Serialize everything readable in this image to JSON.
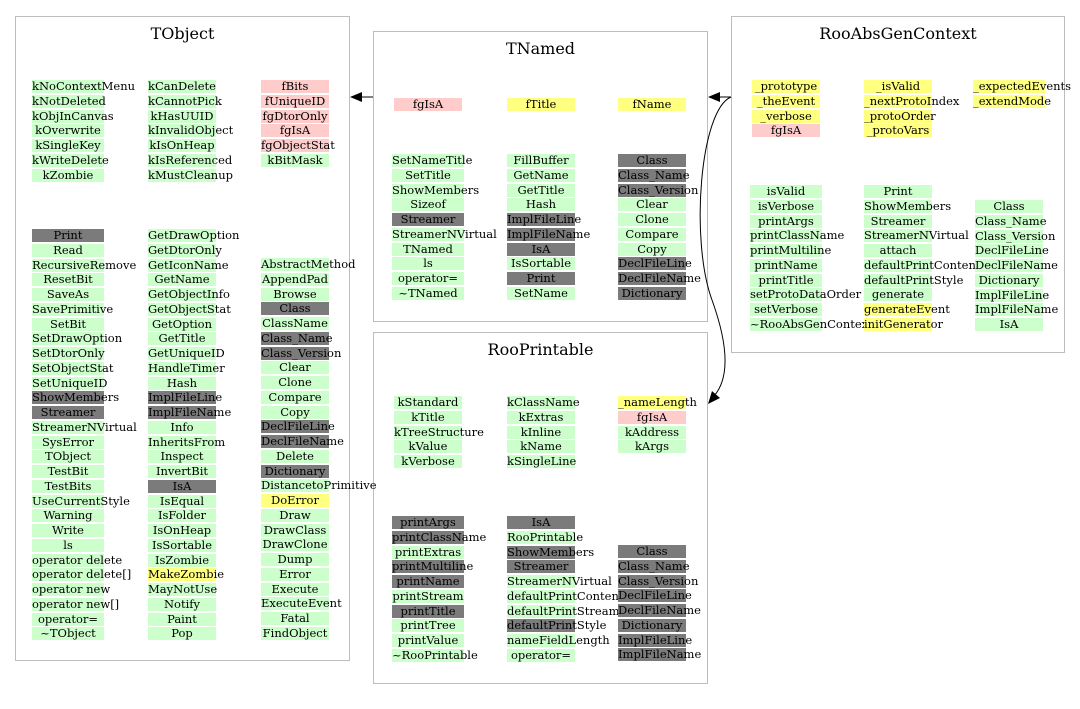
{
  "boxes": [
    {
      "title": "TObject",
      "columns": [
        {
          "cells": [
            {
              "t": "kNoContextMenu",
              "c": "g"
            },
            {
              "t": "kNotDeleted",
              "c": "g"
            },
            {
              "t": "kObjInCanvas",
              "c": "g"
            },
            {
              "t": "kOverwrite",
              "c": "g"
            },
            {
              "t": "kSingleKey",
              "c": "g"
            },
            {
              "t": "kWriteDelete",
              "c": "g"
            },
            {
              "t": "kZombie",
              "c": "g"
            }
          ]
        },
        {
          "cells": [
            {
              "t": "kCanDelete",
              "c": "g"
            },
            {
              "t": "kCannotPick",
              "c": "g"
            },
            {
              "t": "kHasUUID",
              "c": "g"
            },
            {
              "t": "kInvalidObject",
              "c": "g"
            },
            {
              "t": "kIsOnHeap",
              "c": "g"
            },
            {
              "t": "kIsReferenced",
              "c": "g"
            },
            {
              "t": "kMustCleanup",
              "c": "g"
            }
          ]
        },
        {
          "cells": [
            {
              "t": "fBits",
              "c": "p"
            },
            {
              "t": "fUniqueID",
              "c": "p"
            },
            {
              "t": "fgDtorOnly",
              "c": "p"
            },
            {
              "t": "fgIsA",
              "c": "p"
            },
            {
              "t": "fgObjectStat",
              "c": "p"
            },
            {
              "t": "kBitMask",
              "c": "g"
            }
          ]
        },
        {
          "cells": [
            {
              "t": "Print",
              "c": "d"
            },
            {
              "t": "Read",
              "c": "g"
            },
            {
              "t": "RecursiveRemove",
              "c": "g"
            },
            {
              "t": "ResetBit",
              "c": "g"
            },
            {
              "t": "SaveAs",
              "c": "g"
            },
            {
              "t": "SavePrimitive",
              "c": "g"
            },
            {
              "t": "SetBit",
              "c": "g"
            },
            {
              "t": "SetDrawOption",
              "c": "g"
            },
            {
              "t": "SetDtorOnly",
              "c": "g"
            },
            {
              "t": "SetObjectStat",
              "c": "g"
            },
            {
              "t": "SetUniqueID",
              "c": "g"
            },
            {
              "t": "ShowMembers",
              "c": "d"
            },
            {
              "t": "Streamer",
              "c": "d"
            },
            {
              "t": "StreamerNVirtual",
              "c": "g"
            },
            {
              "t": "SysError",
              "c": "g"
            },
            {
              "t": "TObject",
              "c": "g"
            },
            {
              "t": "TestBit",
              "c": "g"
            },
            {
              "t": "TestBits",
              "c": "g"
            },
            {
              "t": "UseCurrentStyle",
              "c": "g"
            },
            {
              "t": "Warning",
              "c": "g"
            },
            {
              "t": "Write",
              "c": "g"
            },
            {
              "t": "ls",
              "c": "g"
            },
            {
              "t": "operator delete",
              "c": "g"
            },
            {
              "t": "operator delete[]",
              "c": "g"
            },
            {
              "t": "operator new",
              "c": "g"
            },
            {
              "t": "operator new[]",
              "c": "g"
            },
            {
              "t": "operator=",
              "c": "g"
            },
            {
              "t": "~TObject",
              "c": "g"
            }
          ]
        },
        {
          "cells": [
            {
              "t": "GetDrawOption",
              "c": "g"
            },
            {
              "t": "GetDtorOnly",
              "c": "g"
            },
            {
              "t": "GetIconName",
              "c": "g"
            },
            {
              "t": "GetName",
              "c": "g"
            },
            {
              "t": "GetObjectInfo",
              "c": "g"
            },
            {
              "t": "GetObjectStat",
              "c": "g"
            },
            {
              "t": "GetOption",
              "c": "g"
            },
            {
              "t": "GetTitle",
              "c": "g"
            },
            {
              "t": "GetUniqueID",
              "c": "g"
            },
            {
              "t": "HandleTimer",
              "c": "g"
            },
            {
              "t": "Hash",
              "c": "g"
            },
            {
              "t": "ImplFileLine",
              "c": "d"
            },
            {
              "t": "ImplFileName",
              "c": "d"
            },
            {
              "t": "Info",
              "c": "g"
            },
            {
              "t": "InheritsFrom",
              "c": "g"
            },
            {
              "t": "Inspect",
              "c": "g"
            },
            {
              "t": "InvertBit",
              "c": "g"
            },
            {
              "t": "IsA",
              "c": "d"
            },
            {
              "t": "IsEqual",
              "c": "g"
            },
            {
              "t": "IsFolder",
              "c": "g"
            },
            {
              "t": "IsOnHeap",
              "c": "g"
            },
            {
              "t": "IsSortable",
              "c": "g"
            },
            {
              "t": "IsZombie",
              "c": "g"
            },
            {
              "t": "MakeZombie",
              "c": "y"
            },
            {
              "t": "MayNotUse",
              "c": "g"
            },
            {
              "t": "Notify",
              "c": "g"
            },
            {
              "t": "Paint",
              "c": "g"
            },
            {
              "t": "Pop",
              "c": "g"
            }
          ]
        },
        {
          "cells": [
            {
              "t": "AbstractMethod",
              "c": "g"
            },
            {
              "t": "AppendPad",
              "c": "g"
            },
            {
              "t": "Browse",
              "c": "g"
            },
            {
              "t": "Class",
              "c": "d"
            },
            {
              "t": "ClassName",
              "c": "g"
            },
            {
              "t": "Class_Name",
              "c": "d"
            },
            {
              "t": "Class_Version",
              "c": "d"
            },
            {
              "t": "Clear",
              "c": "g"
            },
            {
              "t": "Clone",
              "c": "g"
            },
            {
              "t": "Compare",
              "c": "g"
            },
            {
              "t": "Copy",
              "c": "g"
            },
            {
              "t": "DeclFileLine",
              "c": "d"
            },
            {
              "t": "DeclFileName",
              "c": "d"
            },
            {
              "t": "Delete",
              "c": "g"
            },
            {
              "t": "Dictionary",
              "c": "d"
            },
            {
              "t": "DistancetoPrimitive",
              "c": "g"
            },
            {
              "t": "DoError",
              "c": "y"
            },
            {
              "t": "Draw",
              "c": "g"
            },
            {
              "t": "DrawClass",
              "c": "g"
            },
            {
              "t": "DrawClone",
              "c": "g"
            },
            {
              "t": "Dump",
              "c": "g"
            },
            {
              "t": "Error",
              "c": "g"
            },
            {
              "t": "Execute",
              "c": "g"
            },
            {
              "t": "ExecuteEvent",
              "c": "g"
            },
            {
              "t": "Fatal",
              "c": "g"
            },
            {
              "t": "FindObject",
              "c": "g"
            }
          ]
        }
      ]
    },
    {
      "title": "TNamed",
      "columns": [
        {
          "cells": [
            {
              "t": "fgIsA",
              "c": "p"
            }
          ]
        },
        {
          "cells": [
            {
              "t": "fTitle",
              "c": "y"
            }
          ]
        },
        {
          "cells": [
            {
              "t": "fName",
              "c": "y"
            }
          ]
        },
        {
          "cells": [
            {
              "t": "SetNameTitle",
              "c": "g"
            },
            {
              "t": "SetTitle",
              "c": "g"
            },
            {
              "t": "ShowMembers",
              "c": "g"
            },
            {
              "t": "Sizeof",
              "c": "g"
            },
            {
              "t": "Streamer",
              "c": "d"
            },
            {
              "t": "StreamerNVirtual",
              "c": "g"
            },
            {
              "t": "TNamed",
              "c": "g"
            },
            {
              "t": "ls",
              "c": "g"
            },
            {
              "t": "operator=",
              "c": "g"
            },
            {
              "t": "~TNamed",
              "c": "g"
            }
          ]
        },
        {
          "cells": [
            {
              "t": "FillBuffer",
              "c": "g"
            },
            {
              "t": "GetName",
              "c": "g"
            },
            {
              "t": "GetTitle",
              "c": "g"
            },
            {
              "t": "Hash",
              "c": "g"
            },
            {
              "t": "ImplFileLine",
              "c": "d"
            },
            {
              "t": "ImplFileName",
              "c": "d"
            },
            {
              "t": "IsA",
              "c": "d"
            },
            {
              "t": "IsSortable",
              "c": "g"
            },
            {
              "t": "Print",
              "c": "d"
            },
            {
              "t": "SetName",
              "c": "g"
            }
          ]
        },
        {
          "cells": [
            {
              "t": "Class",
              "c": "d"
            },
            {
              "t": "Class_Name",
              "c": "d"
            },
            {
              "t": "Class_Version",
              "c": "d"
            },
            {
              "t": "Clear",
              "c": "g"
            },
            {
              "t": "Clone",
              "c": "g"
            },
            {
              "t": "Compare",
              "c": "g"
            },
            {
              "t": "Copy",
              "c": "g"
            },
            {
              "t": "DeclFileLine",
              "c": "d"
            },
            {
              "t": "DeclFileName",
              "c": "d"
            },
            {
              "t": "Dictionary",
              "c": "d"
            }
          ]
        }
      ]
    },
    {
      "title": "RooAbsGenContext",
      "columns": [
        {
          "cells": [
            {
              "t": "_prototype",
              "c": "y"
            },
            {
              "t": "_theEvent",
              "c": "y"
            },
            {
              "t": "_verbose",
              "c": "y"
            },
            {
              "t": "fgIsA",
              "c": "p"
            }
          ]
        },
        {
          "cells": [
            {
              "t": "_isValid",
              "c": "y"
            },
            {
              "t": "_nextProtoIndex",
              "c": "y"
            },
            {
              "t": "_protoOrder",
              "c": "y"
            },
            {
              "t": "_protoVars",
              "c": "y"
            }
          ]
        },
        {
          "cells": [
            {
              "t": "_expectedEvents",
              "c": "y"
            },
            {
              "t": "_extendMode",
              "c": "y"
            }
          ]
        },
        {
          "cells": [
            {
              "t": "isValid",
              "c": "g"
            },
            {
              "t": "isVerbose",
              "c": "g"
            },
            {
              "t": "printArgs",
              "c": "g"
            },
            {
              "t": "printClassName",
              "c": "g"
            },
            {
              "t": "printMultiline",
              "c": "g"
            },
            {
              "t": "printName",
              "c": "g"
            },
            {
              "t": "printTitle",
              "c": "g"
            },
            {
              "t": "setProtoDataOrder",
              "c": "g"
            },
            {
              "t": "setVerbose",
              "c": "g"
            },
            {
              "t": "~RooAbsGenContext",
              "c": "g"
            }
          ]
        },
        {
          "cells": [
            {
              "t": "Print",
              "c": "g"
            },
            {
              "t": "ShowMembers",
              "c": "g"
            },
            {
              "t": "Streamer",
              "c": "g"
            },
            {
              "t": "StreamerNVirtual",
              "c": "g"
            },
            {
              "t": "attach",
              "c": "g"
            },
            {
              "t": "defaultPrintContents",
              "c": "g"
            },
            {
              "t": "defaultPrintStyle",
              "c": "g"
            },
            {
              "t": "generate",
              "c": "g"
            },
            {
              "t": "generateEvent",
              "c": "y"
            },
            {
              "t": "initGenerator",
              "c": "y"
            }
          ]
        },
        {
          "cells": [
            {
              "t": "Class",
              "c": "g"
            },
            {
              "t": "Class_Name",
              "c": "g"
            },
            {
              "t": "Class_Version",
              "c": "g"
            },
            {
              "t": "DeclFileLine",
              "c": "g"
            },
            {
              "t": "DeclFileName",
              "c": "g"
            },
            {
              "t": "Dictionary",
              "c": "g"
            },
            {
              "t": "ImplFileLine",
              "c": "g"
            },
            {
              "t": "ImplFileName",
              "c": "g"
            },
            {
              "t": "IsA",
              "c": "g"
            }
          ]
        }
      ]
    },
    {
      "title": "RooPrintable",
      "columns": [
        {
          "cells": [
            {
              "t": "kStandard",
              "c": "g"
            },
            {
              "t": "kTitle",
              "c": "g"
            },
            {
              "t": "kTreeStructure",
              "c": "g"
            },
            {
              "t": "kValue",
              "c": "g"
            },
            {
              "t": "kVerbose",
              "c": "g"
            }
          ]
        },
        {
          "cells": [
            {
              "t": "kClassName",
              "c": "g"
            },
            {
              "t": "kExtras",
              "c": "g"
            },
            {
              "t": "kInline",
              "c": "g"
            },
            {
              "t": "kName",
              "c": "g"
            },
            {
              "t": "kSingleLine",
              "c": "g"
            }
          ]
        },
        {
          "cells": [
            {
              "t": "_nameLength",
              "c": "y"
            },
            {
              "t": "fgIsA",
              "c": "p"
            },
            {
              "t": "kAddress",
              "c": "g"
            },
            {
              "t": "kArgs",
              "c": "g"
            }
          ]
        },
        {
          "cells": [
            {
              "t": "printArgs",
              "c": "d"
            },
            {
              "t": "printClassName",
              "c": "d"
            },
            {
              "t": "printExtras",
              "c": "g"
            },
            {
              "t": "printMultiline",
              "c": "d"
            },
            {
              "t": "printName",
              "c": "d"
            },
            {
              "t": "printStream",
              "c": "g"
            },
            {
              "t": "printTitle",
              "c": "d"
            },
            {
              "t": "printTree",
              "c": "g"
            },
            {
              "t": "printValue",
              "c": "g"
            },
            {
              "t": "~RooPrintable",
              "c": "g"
            }
          ]
        },
        {
          "cells": [
            {
              "t": "IsA",
              "c": "d"
            },
            {
              "t": "RooPrintable",
              "c": "g"
            },
            {
              "t": "ShowMembers",
              "c": "d"
            },
            {
              "t": "Streamer",
              "c": "d"
            },
            {
              "t": "StreamerNVirtual",
              "c": "g"
            },
            {
              "t": "defaultPrintContents",
              "c": "g"
            },
            {
              "t": "defaultPrintStream",
              "c": "g"
            },
            {
              "t": "defaultPrintStyle",
              "c": "d"
            },
            {
              "t": "nameFieldLength",
              "c": "g"
            },
            {
              "t": "operator=",
              "c": "g"
            }
          ]
        },
        {
          "cells": [
            {
              "t": "Class",
              "c": "d"
            },
            {
              "t": "Class_Name",
              "c": "d"
            },
            {
              "t": "Class_Version",
              "c": "d"
            },
            {
              "t": "DeclFileLine",
              "c": "d"
            },
            {
              "t": "DeclFileName",
              "c": "d"
            },
            {
              "t": "Dictionary",
              "c": "d"
            },
            {
              "t": "ImplFileLine",
              "c": "d"
            },
            {
              "t": "ImplFileName",
              "c": "d"
            }
          ]
        }
      ]
    }
  ]
}
